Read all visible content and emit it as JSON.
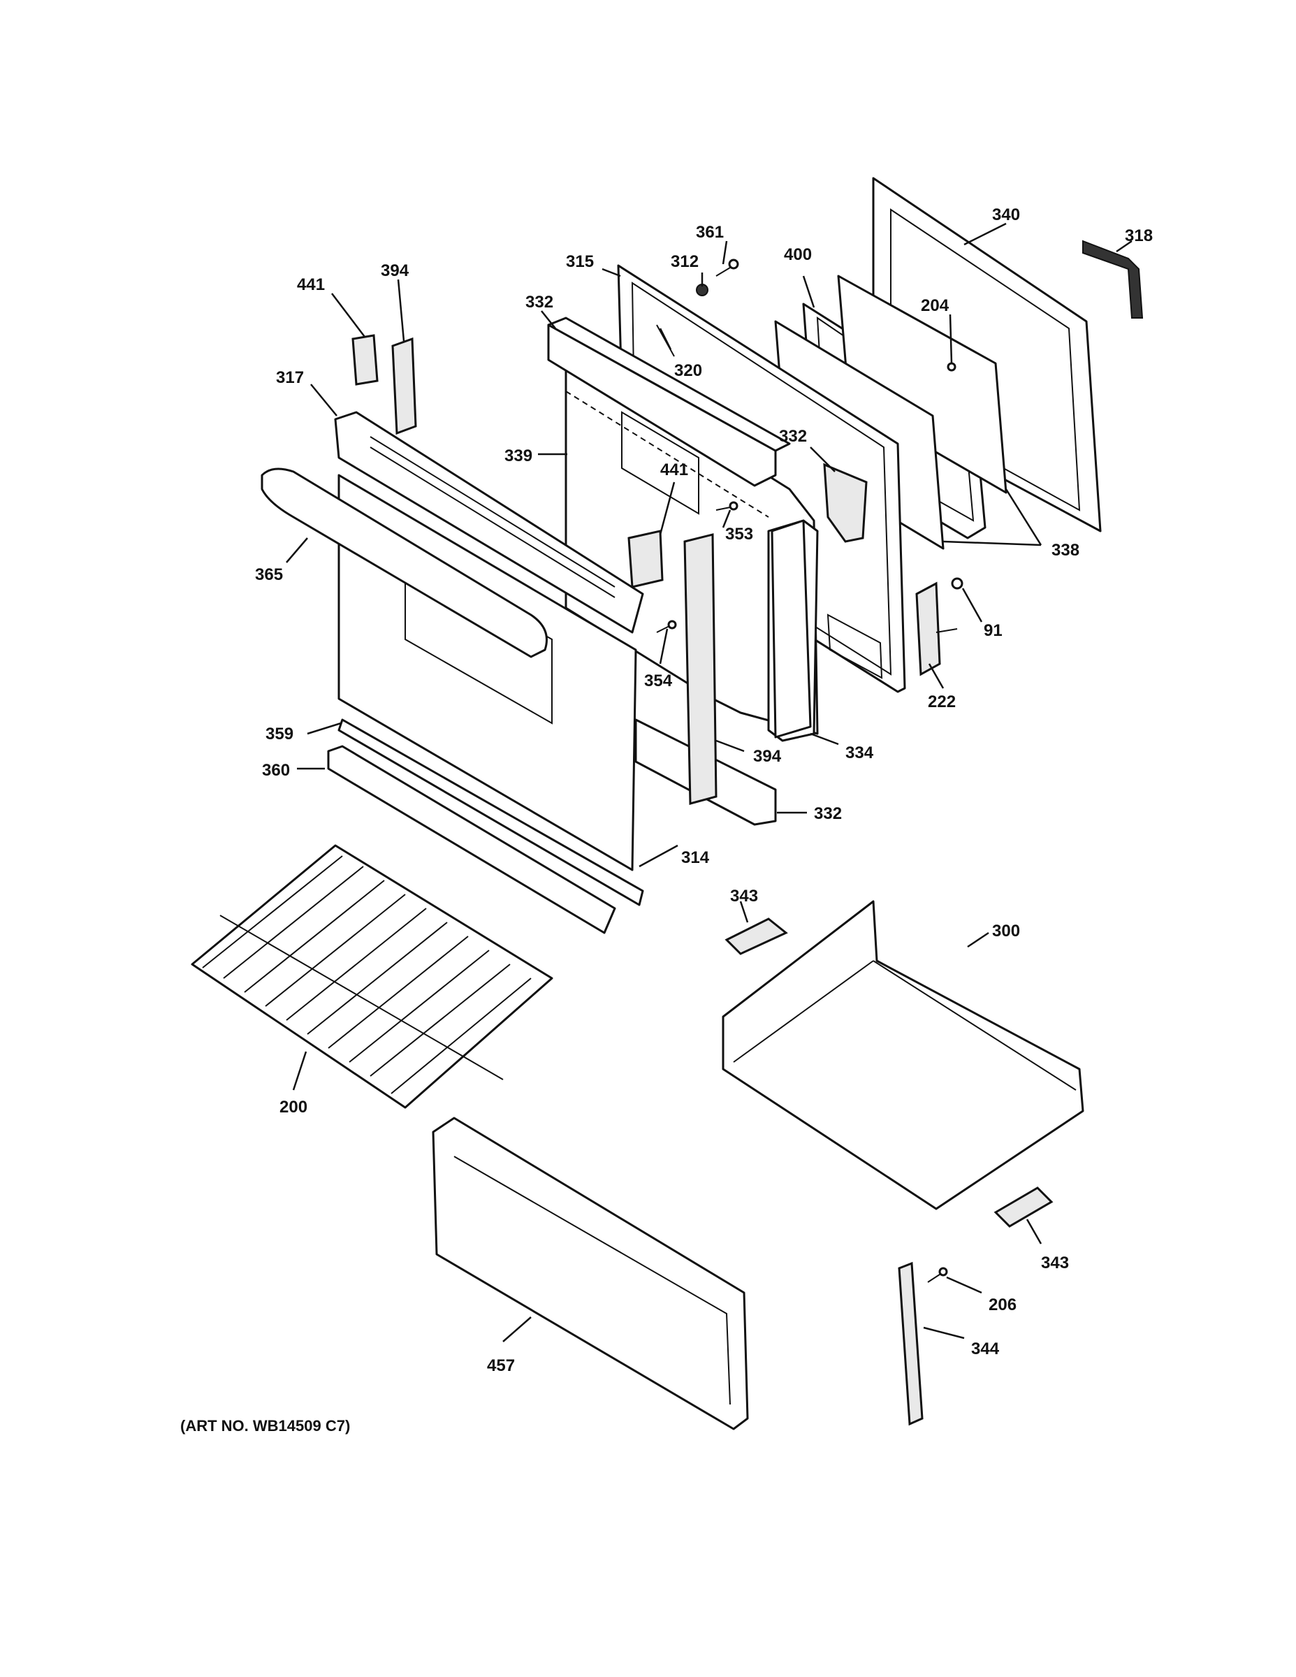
{
  "diagram": {
    "art_number": "(ART NO. WB14509 C7)",
    "callouts": {
      "c340": "340",
      "c318": "318",
      "c361": "361",
      "c400": "400",
      "c315": "315",
      "c312": "312",
      "c204": "204",
      "c332a": "332",
      "c320": "320",
      "c441a": "441",
      "c394a": "394",
      "c317": "317",
      "c339": "339",
      "c332b": "332",
      "c441b": "441",
      "c353": "353",
      "c338": "338",
      "c365": "365",
      "c91": "91",
      "c354": "354",
      "c222": "222",
      "c359": "359",
      "c394b": "394",
      "c334": "334",
      "c360": "360",
      "c332c": "332",
      "c314": "314",
      "c343a": "343",
      "c300": "300",
      "c200": "200",
      "c343b": "343",
      "c206": "206",
      "c457": "457",
      "c344": "344"
    }
  }
}
